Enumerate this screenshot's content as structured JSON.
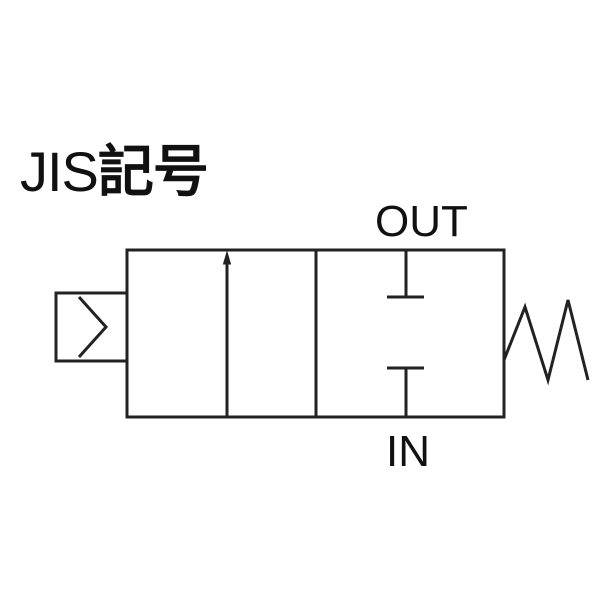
{
  "title": {
    "latin": "JIS",
    "cjk": "記号"
  },
  "ports": {
    "out": "OUT",
    "in": "IN"
  }
}
